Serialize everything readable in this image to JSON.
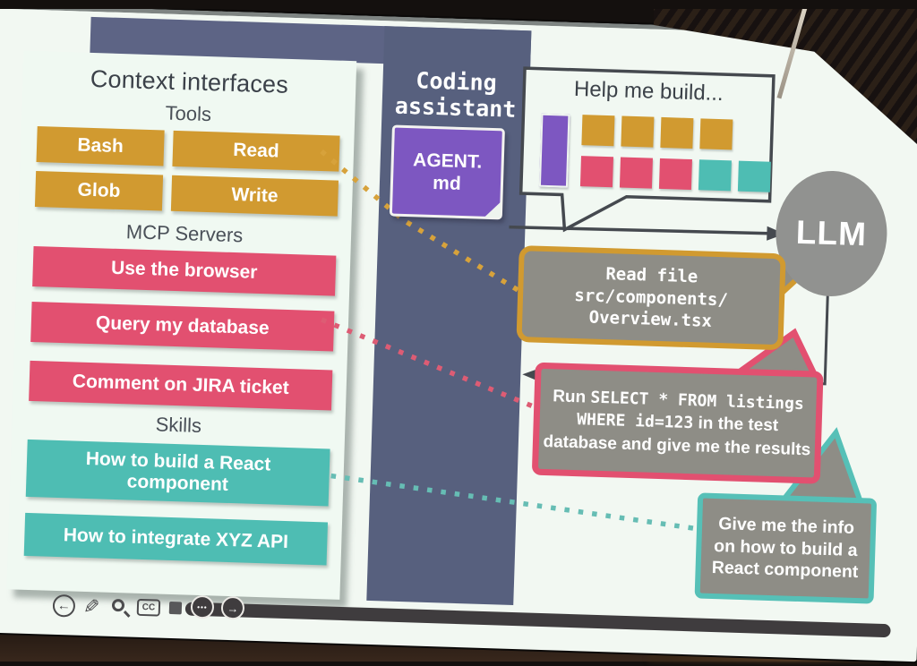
{
  "slide": {
    "context_panel": {
      "title": "Context interfaces",
      "tools": {
        "label": "Tools",
        "items": [
          "Bash",
          "Read",
          "Glob",
          "Write"
        ]
      },
      "mcp": {
        "label": "MCP Servers",
        "items": [
          "Use the browser",
          "Query my database",
          "Comment on JIRA ticket"
        ]
      },
      "skills": {
        "label": "Skills",
        "items": [
          "How to build a React component",
          "How to integrate XYZ API"
        ]
      }
    },
    "assistant": {
      "title_line1": "Coding",
      "title_line2": "assistant",
      "note_line1": "AGENT.",
      "note_line2": "md"
    },
    "llm_label": "LLM",
    "user_bubble": {
      "text": "Help me build..."
    },
    "read_bubble": {
      "line1": "Read file",
      "line2": "src/components/",
      "line3": "Overview.tsx"
    },
    "sql_bubble": {
      "run": "Run",
      "code1": "SELECT * FROM listings",
      "code2": "WHERE id=123",
      "mid": "in the test",
      "tail": "database and give me the results"
    },
    "skill_bubble": {
      "text": "Give me the info on how to build a React component"
    },
    "colors": {
      "gold": "#d19a30",
      "pink": "#e25070",
      "teal": "#4ebdb3",
      "purple": "#7d57c1",
      "column": "#57607e",
      "top_band": "#5d6485",
      "llm_gray": "#919290",
      "bubble_gray": "#8e8d86",
      "slide_bg": "#f0f9f2",
      "arrow": "#45494f"
    }
  },
  "player": {
    "back_glyph": "←",
    "pen_glyph": "✎",
    "captions_label": "CC",
    "more_glyph": "•••",
    "next_glyph": "→"
  }
}
